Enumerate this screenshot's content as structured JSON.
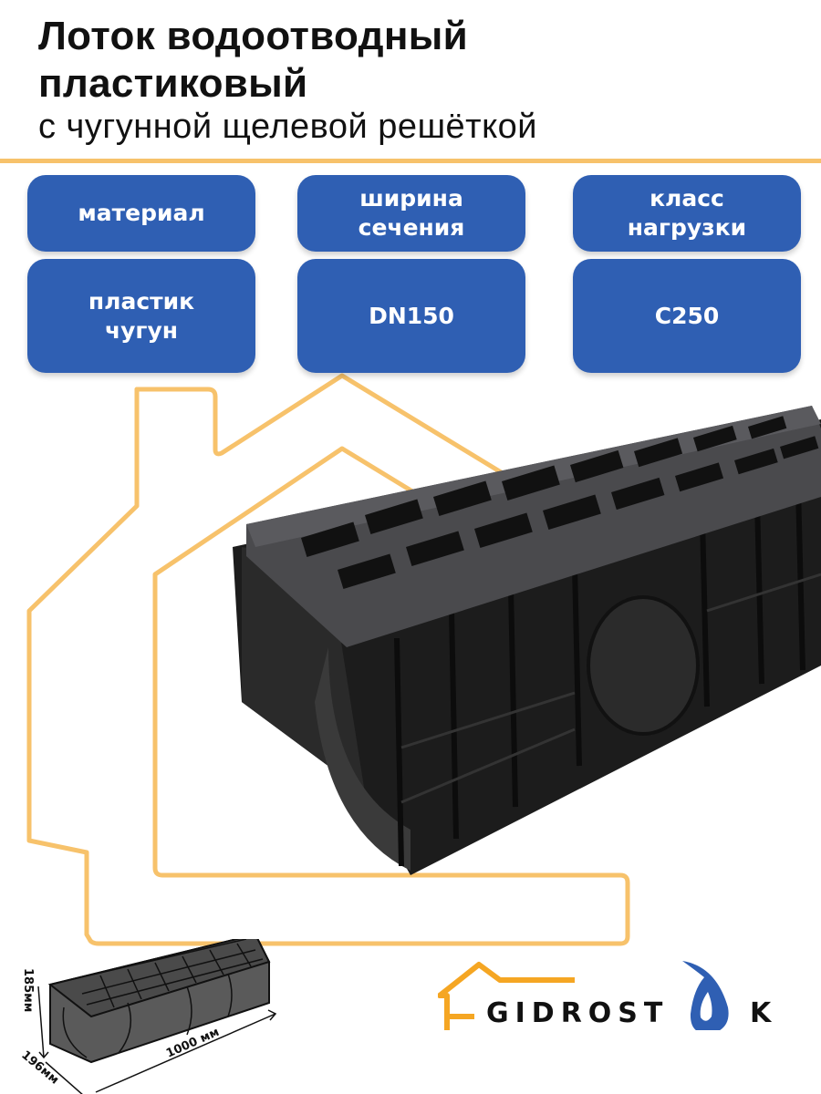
{
  "header": {
    "title_line1": "Лоток водоотводный",
    "title_line2": "пластиковый",
    "subtitle": "с чугунной щелевой решёткой"
  },
  "specs": [
    {
      "label": "материал",
      "value": "пластик\nчугун"
    },
    {
      "label": "ширина\nсечения",
      "value": "DN150"
    },
    {
      "label": "класс\nнагрузки",
      "value": "C250"
    }
  ],
  "schematic": {
    "height": "185мм",
    "width": "196мм",
    "length": "1000 мм"
  },
  "brand": {
    "name_left": "GIDROST",
    "name_right": "K",
    "accent_orange": "#f5a623",
    "accent_blue": "#2f5fb3"
  },
  "colors": {
    "card_bg": "#2f5fb3",
    "outline": "#f7c26b",
    "text": "#111111"
  }
}
